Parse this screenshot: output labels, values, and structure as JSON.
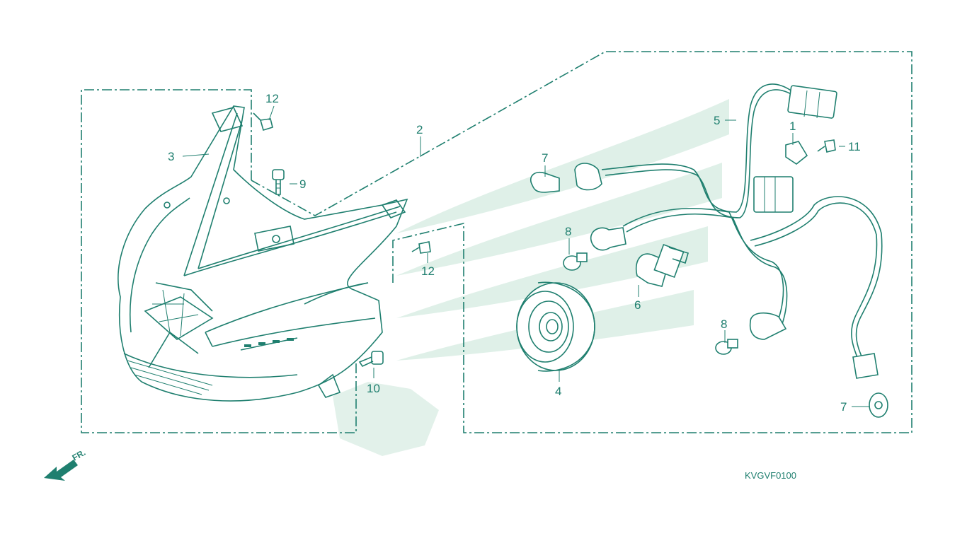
{
  "diagram": {
    "callouts": {
      "c1": "1",
      "c2": "2",
      "c3": "3",
      "c4": "4",
      "c5": "5",
      "c6": "6",
      "c7a": "7",
      "c7b": "7",
      "c8a": "8",
      "c8b": "8",
      "c9": "9",
      "c10": "10",
      "c11": "11",
      "c12a": "12",
      "c12b": "12"
    },
    "diagram_code": "KVGVF0100",
    "front_label": "FR.",
    "colors": {
      "line": "#1f7f6f",
      "watermark": "#dff0e8",
      "background": "#ffffff"
    }
  }
}
